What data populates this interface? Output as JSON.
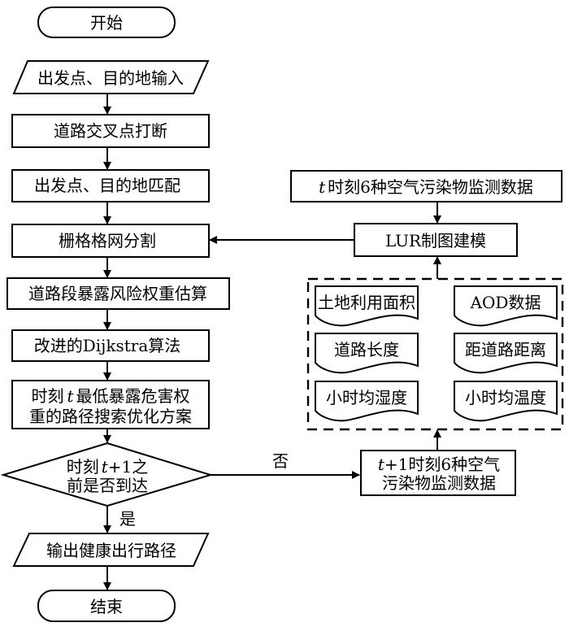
{
  "diagram": {
    "type": "flowchart",
    "nodes": {
      "start": "开始",
      "input": "出发点、目的地输入",
      "break_intersections": "道路交叉点打断",
      "match_points": "出发点、目的地匹配",
      "grid_split": "栅格格网分割",
      "exposure_weight": "道路段暴露风险权重估算",
      "dijkstra": "改进的Dijkstra算法",
      "optimize_line1_a": "时刻",
      "optimize_line1_t": "t",
      "optimize_line1_b": "最低暴露危害权",
      "optimize_line2": "重的路径搜索优化方案",
      "decision_line1_a": "时刻",
      "decision_line1_t": "t",
      "decision_line1_b": "+1之",
      "decision_line2": "前是否到达",
      "output": "输出健康出行路径",
      "end": "结束",
      "monitor_t_var": "t",
      "monitor_t_text": "时刻6种空气污染物监测数据",
      "lur": "LUR制图建模",
      "next_monitor_line1_t": "t",
      "next_monitor_line1_text": "+1时刻6种空气",
      "next_monitor_line2": "污染物监测数据"
    },
    "factors": [
      "土地利用面积",
      "AOD数据",
      "道路长度",
      "距道路距离",
      "小时均湿度",
      "小时均温度"
    ],
    "edge_labels": {
      "yes": "是",
      "no": "否"
    }
  }
}
